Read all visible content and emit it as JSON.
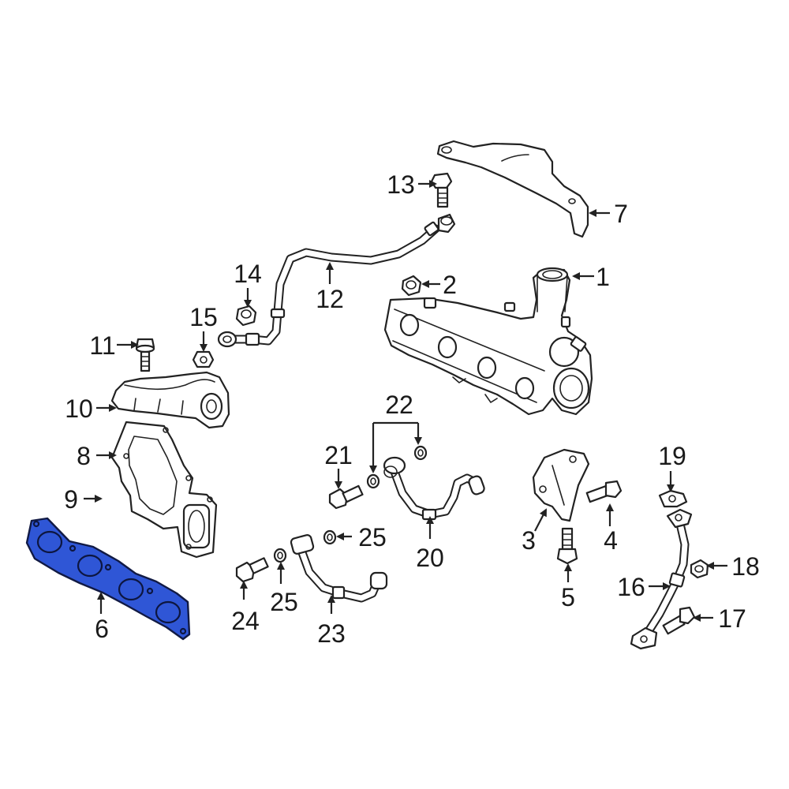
{
  "colors": {
    "highlight": "#2f56d6",
    "line": "#222222",
    "background": "#ffffff"
  },
  "callouts": [
    "1",
    "2",
    "3",
    "4",
    "5",
    "6",
    "7",
    "8",
    "9",
    "10",
    "11",
    "12",
    "13",
    "14",
    "15",
    "16",
    "17",
    "18",
    "19",
    "20",
    "21",
    "22",
    "23",
    "24",
    "25",
    "25"
  ],
  "highlighted_part": "6"
}
